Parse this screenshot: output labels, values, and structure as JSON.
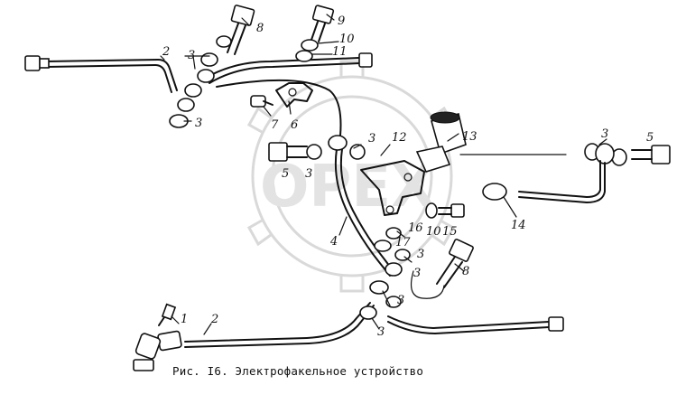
{
  "caption": "Рис. I6. Электрофакельное устройство",
  "watermark": "OPEX",
  "part_labels": [
    "1",
    "2",
    "2",
    "3",
    "3",
    "3",
    "3",
    "3",
    "3",
    "3",
    "3",
    "3",
    "4",
    "5",
    "5",
    "6",
    "7",
    "8",
    "8",
    "9",
    "10",
    "10",
    "11",
    "12",
    "13",
    "14",
    "15",
    "16",
    "17"
  ]
}
